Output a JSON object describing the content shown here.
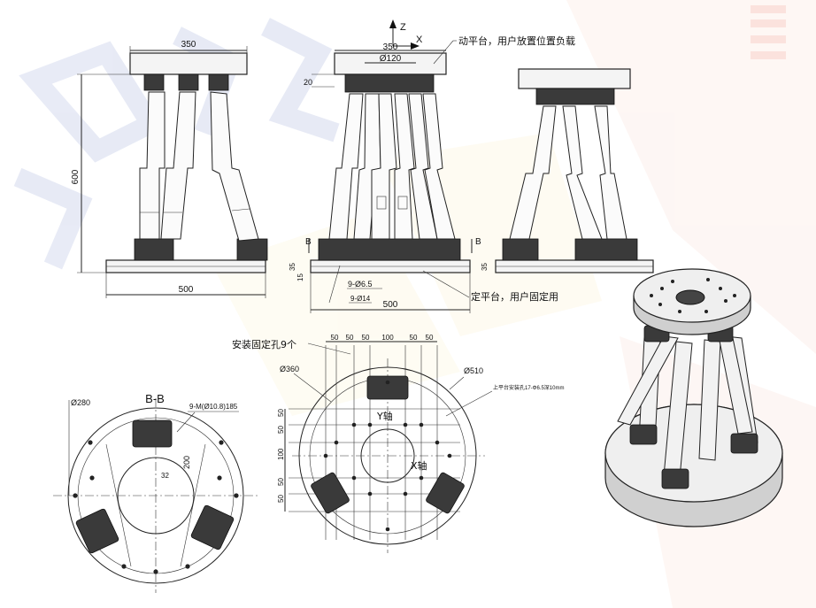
{
  "axes": {
    "z_label": "Z",
    "x_label": "X"
  },
  "dimensions": {
    "front_top_width": "350",
    "front_height": "600",
    "front_base_width": "500",
    "side_top_width": "350",
    "side_top_diameter": "Ø120",
    "side_plate_thickness": "20",
    "side_base_height_left": "35",
    "side_base_height_right": "35",
    "side_base_small": "15",
    "side_holes": "9-Ø6.5",
    "side_hole_sub": "9-Ø14",
    "side_base_width": "500",
    "section_mark_left": "B",
    "section_mark_right": "B"
  },
  "callouts": {
    "moving_platform": "动平台，用户放置位置负载",
    "fixed_platform": "定平台，用户固定用",
    "mount_holes": "安装固定孔9个"
  },
  "section_view": {
    "title": "B-B",
    "diameter": "Ø280",
    "note": "9-M(Ø10.8)185",
    "dim_200": "200",
    "dim_32": "32"
  },
  "top_view": {
    "spacing_labels": [
      "50",
      "50",
      "50",
      "100",
      "50",
      "50"
    ],
    "left_spacing_labels": [
      "50",
      "50",
      "100",
      "50",
      "50"
    ],
    "diameter_360": "Ø360",
    "diameter_510": "Ø510",
    "note_right": "上平台安装孔17-Φ6.5深10mm",
    "y_axis_label": "Y轴",
    "x_axis_label": "X轴"
  }
}
